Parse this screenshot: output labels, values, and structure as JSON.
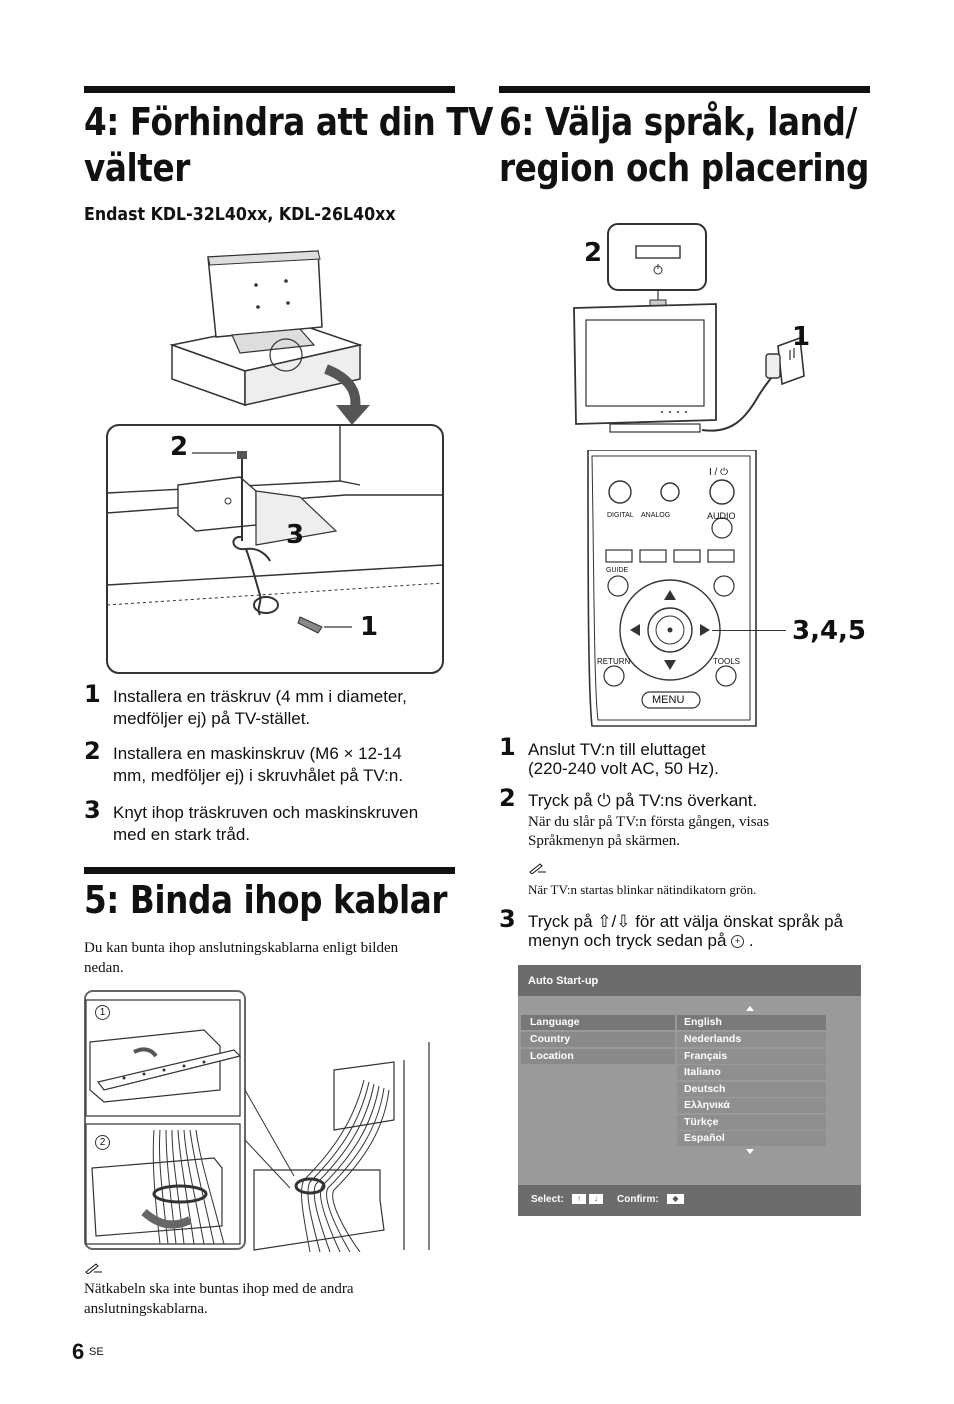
{
  "sec4": {
    "title_line1": "4: Förhindra att din TV",
    "title_line2": "välter",
    "subtitle": "Endast KDL-32L40xx, KDL-26L40xx",
    "callouts": [
      "2",
      "3",
      "1"
    ],
    "steps": [
      {
        "num": "1",
        "line1": "Installera en träskruv (4 mm i diameter,",
        "line2": "medföljer ej) på TV-stället."
      },
      {
        "num": "2",
        "line1": "Installera en maskinskruv (M6 × 12-14",
        "line2": "mm, medföljer ej) i skruvhålet på TV:n."
      },
      {
        "num": "3",
        "line1": "Knyt ihop träskruven och maskinskruven",
        "line2": "med en stark tråd."
      }
    ]
  },
  "sec5": {
    "title": "5: Binda ihop kablar",
    "intro_line1": "Du kan bunta ihop anslutningskablarna enligt bilden",
    "intro_line2": "nedan.",
    "inset_labels": [
      "1",
      "2"
    ],
    "note_line1": "Nätkabeln ska inte buntas ihop med de andra",
    "note_line2": "anslutningskablarna."
  },
  "sec6": {
    "title_line1": "6: Välja språk, land/",
    "title_line2": "region och placering",
    "callouts": [
      "2",
      "1",
      "3,4,5"
    ],
    "remote_labels": {
      "digital": "DIGITAL",
      "analog": "ANALOG",
      "audio": "AUDIO",
      "guide": "GUIDE",
      "return": "RETURN",
      "tools": "TOOLS",
      "menu": "MENU",
      "power": "I / ⏻"
    },
    "step1": {
      "num": "1",
      "line1": "Anslut TV:n till eluttaget",
      "line2": "(220-240 volt AC, 50 Hz)."
    },
    "step2": {
      "num": "2",
      "text_before": "Tryck på ",
      "text_after": " på TV:ns överkant.",
      "detail_line1": "När du slår på TV:n första gången, visas",
      "detail_line2": "Språkmenyn på skärmen.",
      "note": "När TV:n startas blinkar nätindikatorn grön."
    },
    "step3": {
      "num": "3",
      "line1": "Tryck på ⇧/⇩ för att välja önskat språk på",
      "line2": "menyn och tryck sedan på",
      "line2_end": " ."
    },
    "menu": {
      "header": "Auto Start-up",
      "left_items": [
        "Language",
        "Country",
        "Location"
      ],
      "right_items": [
        "English",
        "Nederlands",
        "Français",
        "Italiano",
        "Deutsch",
        "Ελληνικά",
        "Türkçe",
        "Español"
      ],
      "footer_select": "Select:",
      "footer_confirm": "Confirm:"
    }
  },
  "page": {
    "number": "6",
    "lang": "SE"
  }
}
